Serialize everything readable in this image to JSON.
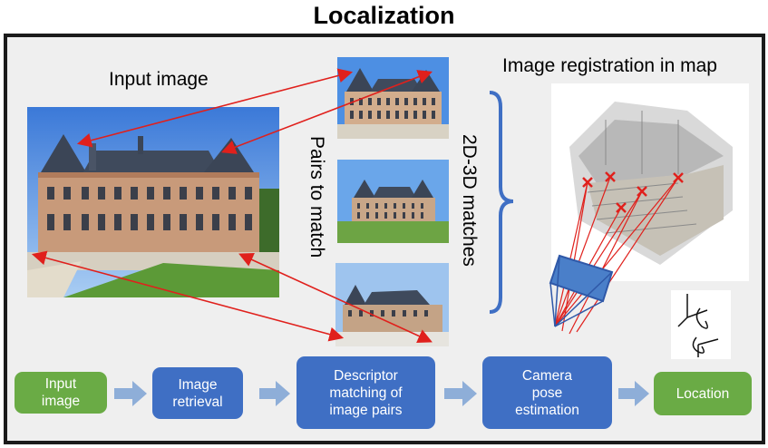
{
  "title": "Localization",
  "labels": {
    "input_image": "Input image",
    "pairs_to_match": "Pairs to match",
    "matches": "2D-3D matches",
    "registration": "Image registration in map"
  },
  "pipeline": [
    {
      "label": "Input\nimage",
      "kind": "green"
    },
    {
      "label": "Image\nretrieval",
      "kind": "blue"
    },
    {
      "label": "Descriptor\nmatching of\nimage pairs",
      "kind": "blue"
    },
    {
      "label": "Camera\npose\nestimation",
      "kind": "blue"
    },
    {
      "label": "Location",
      "kind": "green"
    }
  ],
  "colors": {
    "green": "#6aab45",
    "blue": "#3f6fc4",
    "arrow": "#8eaed8",
    "match_line": "#e0201c",
    "bracket": "#3f6fc4",
    "frame": "#1b1b1b"
  }
}
